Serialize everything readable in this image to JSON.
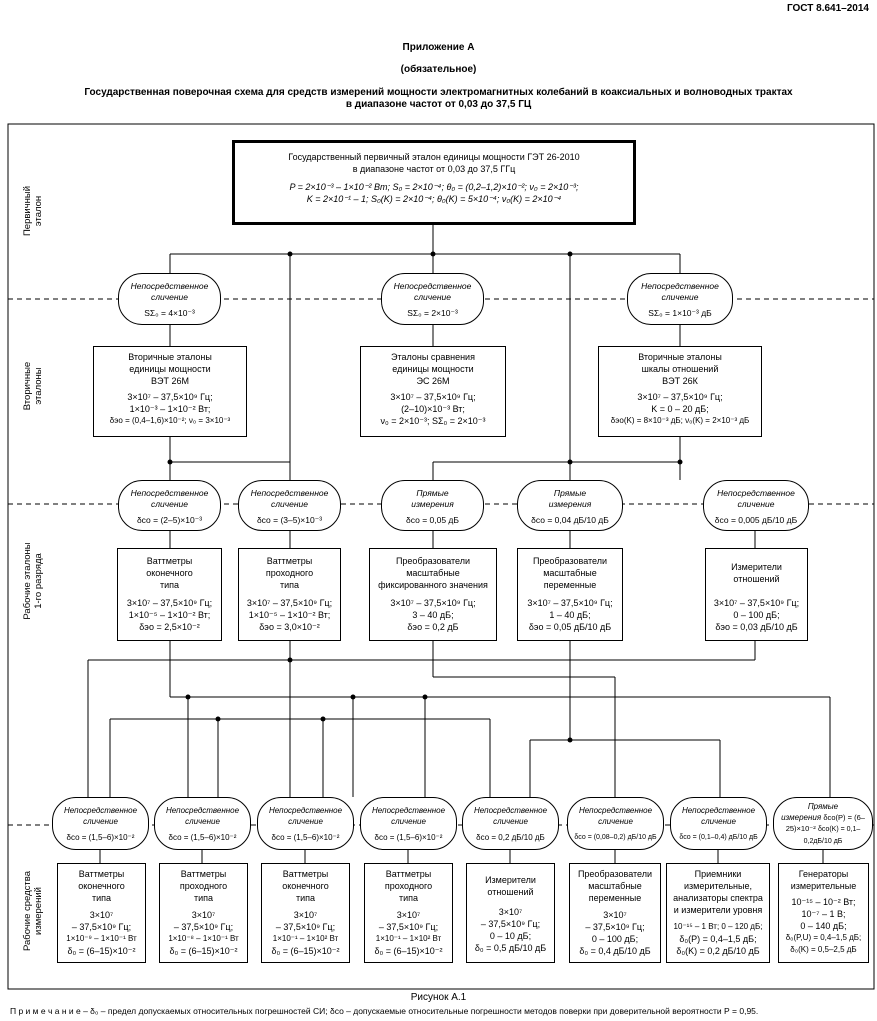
{
  "doc_id": "ГОСТ 8.641–2014",
  "appendix": "Приложение А",
  "appendix_status": "(обязательное)",
  "title_line1": "Государственная поверочная схема для средств измерений мощности электромагнитных колебаний в коаксиальных и волноводных трактах",
  "title_line2": "в диапазоне частот от 0,03 до 37,5 ГЦ",
  "side_labels": {
    "primary": [
      "Первичный",
      "эталон"
    ],
    "secondary": [
      "Вторичные",
      "эталоны"
    ],
    "working1": [
      "Рабочие эталоны",
      "1-го разряда"
    ],
    "instruments": [
      "Рабочие средства",
      "измерений"
    ]
  },
  "primary": {
    "l1": "Государственный первичный эталон единицы мощности ГЭТ 26-2010",
    "l2": "в диапазоне частот от 0,03 до 37,5 ГГц",
    "l3": "P = 2×10⁻³ – 1×10⁻² Вт;   S₀ = 2×10⁻⁴;   θ₀ = (0,2–1,2)×10⁻²;   ν₀ = 2×10⁻³;",
    "l4": "K = 2×10⁻¹ – 1;   S₀(K) = 2×10⁻⁴;   θ₀(K) = 5×10⁻⁴;   ν₀(K) = 2×10⁻⁴"
  },
  "ovals_row1": [
    {
      "t1": "Непосредственное",
      "t2": "сличение",
      "v": "SΣ₀ = 4×10⁻³"
    },
    {
      "t1": "Непосредственное",
      "t2": "сличение",
      "v": "SΣ₀ = 2×10⁻³"
    },
    {
      "t1": "Непосредственное",
      "t2": "сличение",
      "v": "SΣ₀ = 1×10⁻³ дБ"
    }
  ],
  "secondary": [
    {
      "l1": "Вторичные эталоны",
      "l2": "единицы мощности",
      "l3": "ВЭТ 26М",
      "v1": "3×10⁷ – 37,5×10⁹ Гц;",
      "v2": "1×10⁻³ – 1×10⁻² Вт;",
      "v3": "δэо = (0,4–1,6)×10⁻²;  ν₀ = 3×10⁻³"
    },
    {
      "l1": "Эталоны сравнения",
      "l2": "единицы мощности",
      "l3": "ЭС 26М",
      "v1": "3×10⁷ – 37,5×10⁹ Гц;",
      "v2": "(2–10)×10⁻³ Вт;",
      "v3": "ν₀ = 2×10⁻³; SΣ₀ = 2×10⁻³"
    },
    {
      "l1": "Вторичные эталоны",
      "l2": "шкалы отношений",
      "l3": "ВЭТ 26К",
      "v1": "3×10⁷ – 37,5×10⁹ Гц;",
      "v2": "K = 0 – 20 дБ;",
      "v3": "δэо(K) = 8×10⁻³ дБ; ν₀(K) = 2×10⁻³ дБ"
    }
  ],
  "ovals_row2": [
    {
      "t1": "Непосредственное",
      "t2": "сличение",
      "v": "δсо = (2–5)×10⁻³"
    },
    {
      "t1": "Непосредственное",
      "t2": "сличение",
      "v": "δсо = (3–5)×10⁻³"
    },
    {
      "t1": "Прямые",
      "t2": "измерения",
      "v": "δсо = 0,05 дБ"
    },
    {
      "t1": "Прямые",
      "t2": "измерения",
      "v": "δсо = 0,04 дБ/10 дБ"
    },
    {
      "t1": "Непосредственное",
      "t2": "сличение",
      "v": "δсо = 0,005 дБ/10 дБ"
    }
  ],
  "working1": [
    {
      "l1": "Ваттметры",
      "l2": "оконечного",
      "l3": "типа",
      "v1": "3×10⁷ – 37,5×10⁹ Гц;",
      "v2": "1×10⁻⁵ – 1×10⁻² Вт;",
      "v3": "δэо = 2,5×10⁻²"
    },
    {
      "l1": "Ваттметры",
      "l2": "проходного",
      "l3": "типа",
      "v1": "3×10⁷ – 37,5×10⁹ Гц;",
      "v2": "1×10⁻⁵ – 1×10⁻² Вт;",
      "v3": "δэо = 3,0×10⁻²"
    },
    {
      "l1": "Преобразователи",
      "l2": "масштабные",
      "l3": "фиксированного значения",
      "v1": "3×10⁷ – 37,5×10⁹ Гц;",
      "v2": "3 – 40 дБ;",
      "v3": "δэо = 0,2 дБ"
    },
    {
      "l1": "Преобразователи",
      "l2": "масштабные",
      "l3": "переменные",
      "v1": "3×10⁷ – 37,5×10⁹ Гц;",
      "v2": "1 – 40 дБ;",
      "v3": "δэо = 0,05 дБ/10 дБ"
    },
    {
      "l1": "Измерители",
      "l2": "отношений",
      "l3": "",
      "v1": "3×10⁷ – 37,5×10⁹ Гц;",
      "v2": "0 – 100 дБ;",
      "v3": "δэо = 0,03 дБ/10 дБ"
    }
  ],
  "ovals_row3": [
    {
      "t1": "Непосредственное",
      "t2": "сличение",
      "v": "δсо = (1,5–6)×10⁻²"
    },
    {
      "t1": "Непосредственное",
      "t2": "сличение",
      "v": "δсо = (1,5–6)×10⁻²"
    },
    {
      "t1": "Непосредственное",
      "t2": "сличение",
      "v": "δсо = (1,5–6)×10⁻²"
    },
    {
      "t1": "Непосредственное",
      "t2": "сличение",
      "v": "δсо = (1,5–6)×10⁻²"
    },
    {
      "t1": "Непосредственное",
      "t2": "сличение",
      "v": "δсо = 0,2 дБ/10 дБ"
    },
    {
      "t1": "Непосредственное",
      "t2": "сличение",
      "v": "δсо = (0,08–0,2) дБ/10 дБ"
    },
    {
      "t1": "Непосредственное",
      "t2": "сличение",
      "v": "δсо = (0,1–0,4) дБ/10 дБ"
    },
    {
      "t1": "Прямые",
      "t2": "измерения",
      "v": "δсо(P) = (6–25)×10⁻²",
      "v2": "δсо(K) = 0,1–0,2дБ/10 дБ"
    }
  ],
  "instruments": [
    {
      "l1": "Ваттметры",
      "l2": "оконечного",
      "l3": "типа",
      "l4": "",
      "v1": "3×10⁷",
      "v2": "– 37,5×10⁹ Гц;",
      "v3": "1×10⁻⁹ – 1×10⁻¹ Вт",
      "v4": "δ₀ = (6–15)×10⁻²"
    },
    {
      "l1": "Ваттметры",
      "l2": "проходного",
      "l3": "типа",
      "l4": "",
      "v1": "3×10⁷",
      "v2": "– 37,5×10⁹ Гц;",
      "v3": "1×10⁻⁸ – 1×10⁻¹ Вт",
      "v4": "δ₀ = (6–15)×10⁻²"
    },
    {
      "l1": "Ваттметры",
      "l2": "оконечного",
      "l3": "типа",
      "l4": "",
      "v1": "3×10⁷",
      "v2": "– 37,5×10⁹ Гц;",
      "v3": "1×10⁻¹ – 1×10² Вт",
      "v4": "δ₀ = (6–15)×10⁻²"
    },
    {
      "l1": "Ваттметры",
      "l2": "проходного",
      "l3": "типа",
      "l4": "",
      "v1": "3×10⁷",
      "v2": "– 37,5×10⁹ Гц;",
      "v3": "1×10⁻¹ – 1×10² Вт",
      "v4": "δ₀ = (6–15)×10⁻²"
    },
    {
      "l1": "Измерители",
      "l2": "отношений",
      "l3": "",
      "l4": "",
      "v1": "3×10⁷",
      "v2": "– 37,5×10⁹ Гц;",
      "v3": "0 – 10 дБ;",
      "v4": "δ₀ = 0,5 дБ/10 дБ"
    },
    {
      "l1": "Преобразователи",
      "l2": "масштабные",
      "l3": "переменные",
      "l4": "",
      "v1": "3×10⁷",
      "v2": "– 37,5×10⁹ Гц;",
      "v3": "0 – 100 дБ;",
      "v4": "δ₀ = 0,4 дБ/10 дБ"
    },
    {
      "l1": "Приемники",
      "l2": "измерительные,",
      "l3": "анализаторы спектра",
      "l4": "и измерители уровня",
      "v1": "10⁻¹⁵ – 1 Вт; 0 – 120 дБ;",
      "v2": "δ₀(P) = 0,4–1,5 дБ;",
      "v3": "δ₀(K) = 0,2 дБ/10 дБ",
      "v4": ""
    },
    {
      "l1": "Генераторы",
      "l2": "измерительные",
      "l3": "",
      "l4": "",
      "v1": "10⁻¹⁵ – 10⁻² Вт;",
      "v2": "10⁻⁷ – 1 В;",
      "v3": "0 – 140 дБ;",
      "v4": "δ₀(P,U) = 0,4–1,5 дБ;",
      "v5": "δ₀(K) = 0,5–2,5 дБ"
    }
  ],
  "figure_caption": "Рисунок А.1",
  "note": "П р и м е ч а н и е – δ₀ – предел допускаемых относительных погрешностей СИ; δсо – допускаемые относительные погрешности методов поверки при доверительной вероятности Р = 0,95."
}
